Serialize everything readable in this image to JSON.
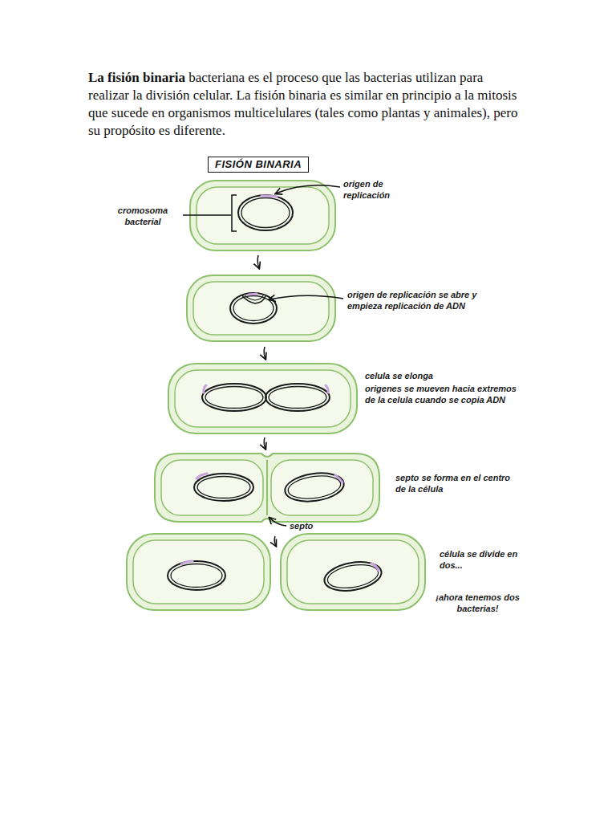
{
  "diagram": {
    "nodes": [
      {
        "text": [
          "FISIÓN BINARIA"
        ]
      }
    ],
    "labels": [
      "La fisión binaria",
      "bacteriana es el proceso que las bacterias utilizan para realizar la división celular. La fisión binaria es similar en principio a la mitosis que sucede en organismos multicelulares (tales como plantas y animales), pero su propósito es diferente.",
      "origen de replicación",
      "cromosoma bacterial",
      "origen de replicación se abre y empieza replicación de ADN",
      "celula se elonga",
      "origenes se mueven hacia extremos de la celula cuando se copia ADN",
      "septo se forma en el centro de la célula",
      "septo",
      "célula se divide en dos...",
      "¡ahora tenemos dos bacterias!"
    ]
  }
}
